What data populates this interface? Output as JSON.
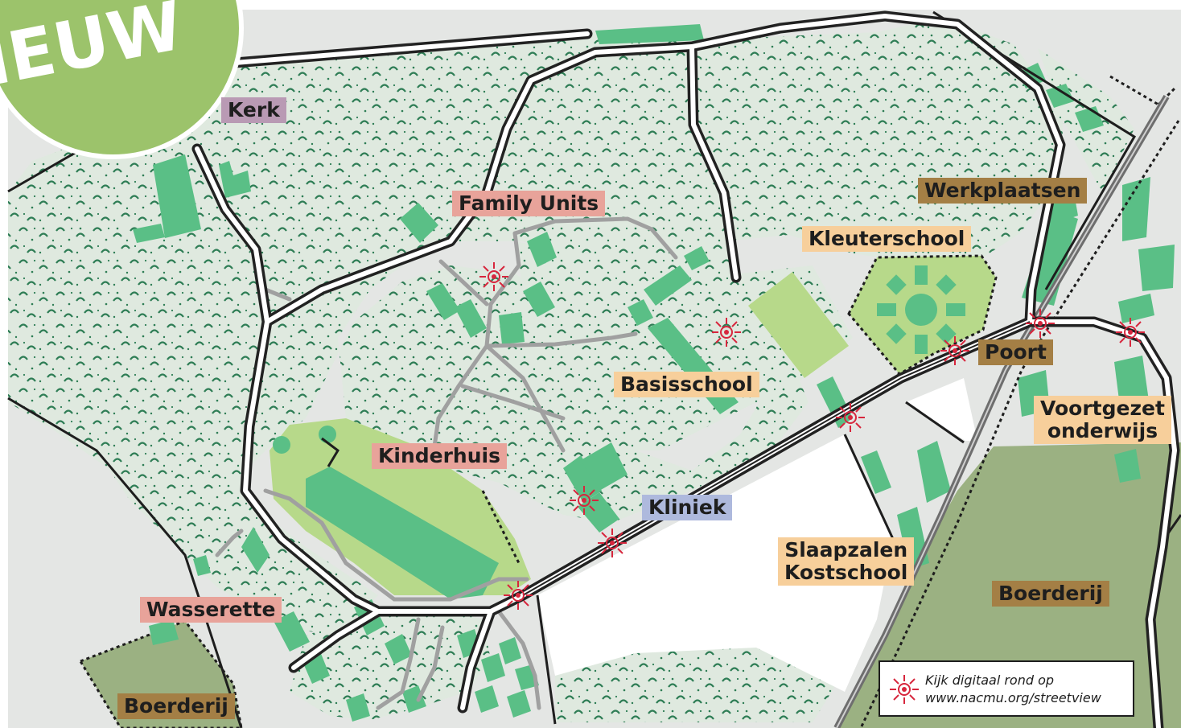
{
  "colors": {
    "background": "#e4e6e4",
    "forest": "#dfe9df",
    "forest_dots": "#2e7d55",
    "building": "#5abf86",
    "lawn": "#b7d98a",
    "farmland": "#9bb182",
    "road_outline": "#222222",
    "road_fill": "#ffffff",
    "path": "#a0a0a0",
    "badge": "#9cc36b",
    "streetview_marker": "#d7263d"
  },
  "badge": {
    "text": "IEUW",
    "color": "#9cc36b"
  },
  "labels": {
    "kerk": {
      "text": "Kerk",
      "bg": "#b99ab4"
    },
    "family_units": {
      "text": "Family Units",
      "bg": "#e8a39a"
    },
    "werkplaatsen": {
      "text": "Werkplaatsen",
      "bg": "#a47f45"
    },
    "kleuterschool": {
      "text": "Kleuterschool",
      "bg": "#f7cf9b"
    },
    "poort": {
      "text": "Poort",
      "bg": "#a47f45"
    },
    "basisschool": {
      "text": "Basisschool",
      "bg": "#f7cf9b"
    },
    "voortgezet": {
      "line1": "Voortgezet",
      "line2": "onderwijs",
      "bg": "#f7cf9b"
    },
    "kinderhuis": {
      "text": "Kinderhuis",
      "bg": "#e8a39a"
    },
    "kliniek": {
      "text": "Kliniek",
      "bg": "#aeb9dd"
    },
    "slaapzalen": {
      "line1": "Slaapzalen",
      "line2": "Kostschool",
      "bg": "#f7cf9b"
    },
    "boerderij_east": {
      "text": "Boerderij",
      "bg": "#a47f45"
    },
    "wasserette": {
      "text": "Wasserette",
      "bg": "#e8a39a"
    },
    "boerderij_west": {
      "text": "Boerderij",
      "bg": "#a47f45"
    }
  },
  "legend": {
    "icon": "streetview-marker-icon",
    "line1": "Kijk digitaal rond op",
    "line2": "www.nacmu.org/streetview"
  }
}
